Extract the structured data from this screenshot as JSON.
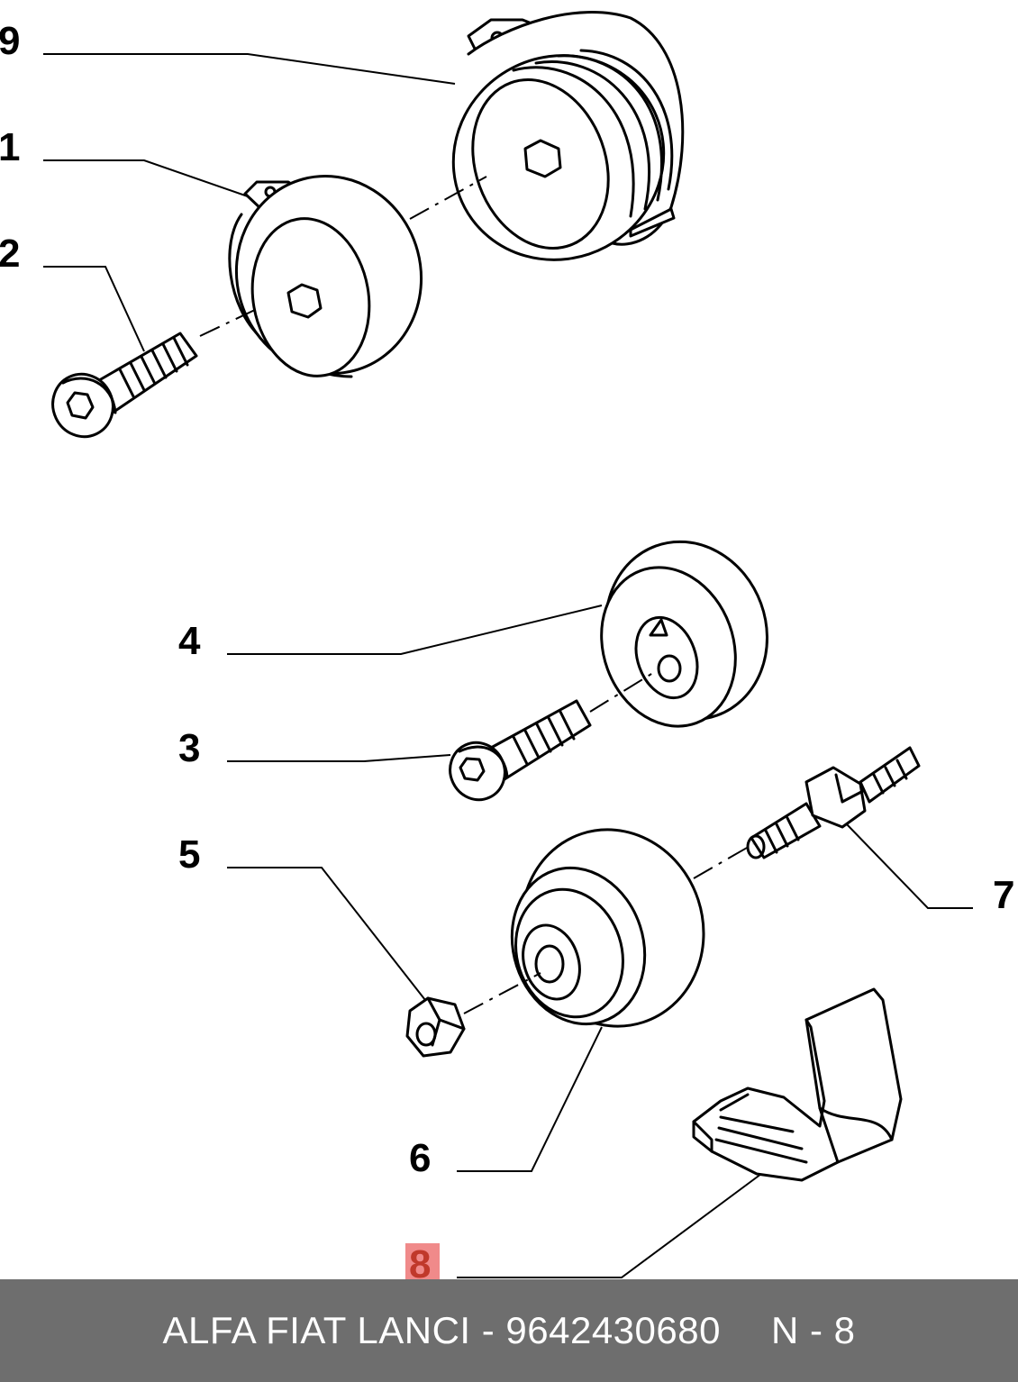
{
  "callouts": {
    "c1": "1",
    "c2": "2",
    "c3": "3",
    "c4": "4",
    "c5": "5",
    "c6": "6",
    "c7": "7",
    "c8": "8",
    "c9": "9"
  },
  "highlighted_callout": "8",
  "colors": {
    "highlight_fill": "#f08a8a",
    "highlight_text": "#c0392b",
    "footer_background": "#6e6e6e",
    "footer_text": "#ffffff"
  },
  "footer": {
    "part_info": "ALFA FIAT LANCI - 9642430680",
    "reference": "N - 8"
  }
}
